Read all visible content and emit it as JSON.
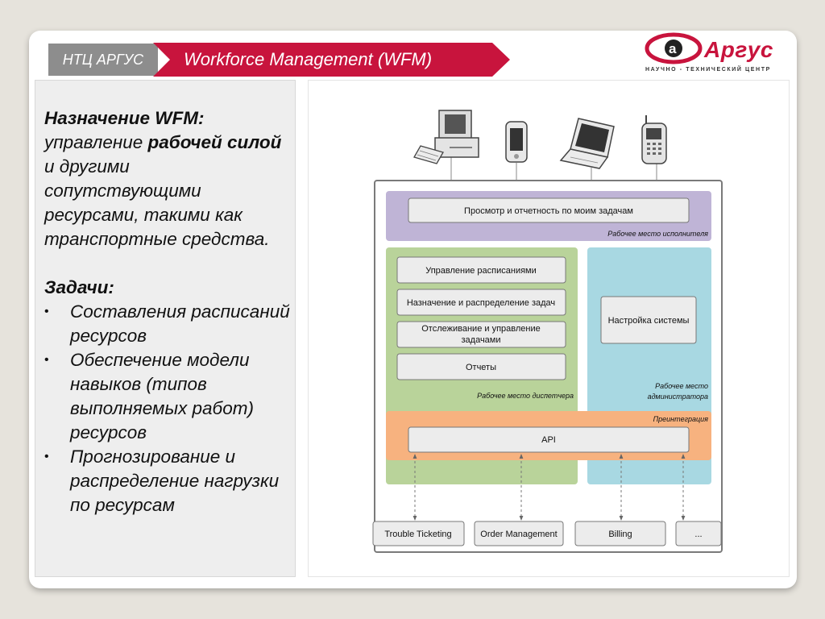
{
  "header": {
    "company": "НТЦ АРГУС",
    "title": "Workforce Management (WFM)"
  },
  "logo": {
    "name": "Аргус",
    "subtitle": "НАУЧНО - ТЕХНИЧЕСКИЙ ЦЕНТР"
  },
  "left": {
    "purpose_heading": "Назначение WFM:",
    "purpose_1": "управление ",
    "purpose_bold": "рабочей силой",
    "purpose_2": " и другими сопутствующими ресурсами, такими как транспортные средства.",
    "tasks_heading": "Задачи:",
    "bullet_char": "•",
    "tasks": [
      "Составления расписаний ресурсов",
      "Обеспечение модели навыков (типов выполняемых работ) ресурсов",
      "Прогнозирование и распределение нагрузки по ресурсам"
    ]
  },
  "diagram": {
    "executor_box": "Просмотр и отчетность по моим задачам",
    "executor_caption": "Рабочее место исполнителя",
    "dispatcher_boxes": [
      "Управление расписаниями",
      "Назначение и распределение задач",
      "Отслеживание и управление",
      "задачами",
      "Отчеты"
    ],
    "dispatcher_caption": "Рабочее место диспетчера",
    "admin_box": "Настройка системы",
    "admin_caption_1": "Рабочее место",
    "admin_caption_2": "администратора",
    "preintegration_caption": "Преинтеграция",
    "api_box": "API",
    "external_systems": [
      "Trouble Ticketing",
      "Order Management",
      "Billing",
      "..."
    ]
  },
  "colors": {
    "accent_red": "#c8143d",
    "header_gray": "#8d8d8d",
    "executor_band": "#bfb4d6",
    "dispatcher_band": "#b9d39a",
    "admin_band": "#a8d8e2",
    "preintegration_band": "#f7b27f"
  },
  "icons": [
    "desktop-computer-icon",
    "pda-icon",
    "laptop-icon",
    "mobile-phone-icon"
  ]
}
